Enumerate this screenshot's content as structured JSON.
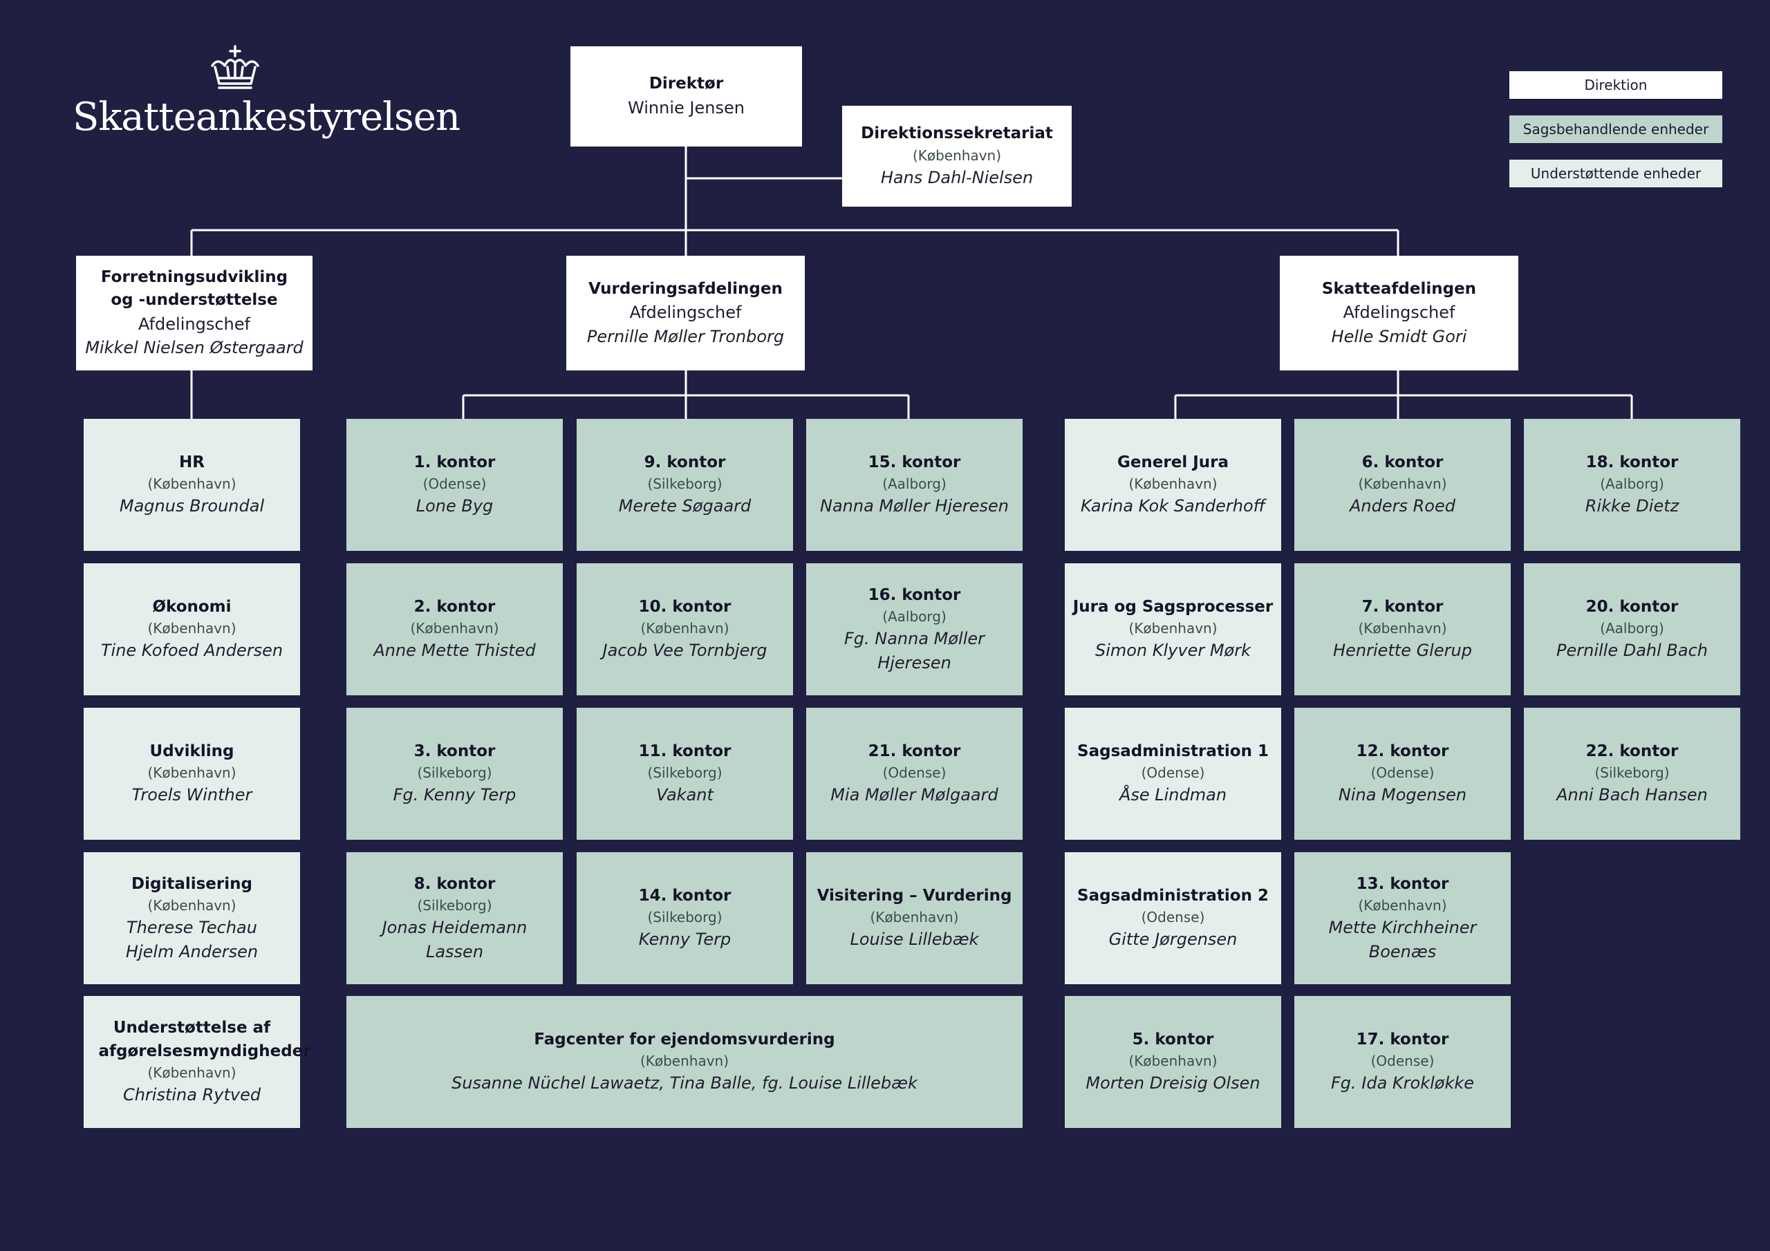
{
  "logo": {
    "text": "Skatteankestyrelsen"
  },
  "colors": {
    "background": "#1f1f42",
    "direktion": "#ffffff",
    "sagsbehandlende": "#bed5cb",
    "understottende": "#e6eeec",
    "connector": "#ffffff"
  },
  "legend": [
    {
      "label": "Direktion",
      "level": "direktion"
    },
    {
      "label": "Sagsbehandlende enheder",
      "level": "sags"
    },
    {
      "label": "Understøttende enheder",
      "level": "stotte"
    }
  ],
  "direktoer": {
    "title": "Direktør",
    "name": "Winnie Jensen"
  },
  "sekretariat": {
    "title": "Direktionssekretariat",
    "location": "(København)",
    "name": "Hans Dahl-Nielsen"
  },
  "departments": [
    {
      "title": "Forretningsudvikling og -understøttelse",
      "role": "Afdelingschef",
      "name": "Mikkel Nielsen Østergaard"
    },
    {
      "title": "Vurderingsafdelingen",
      "role": "Afdelingschef",
      "name": "Pernille Møller Tronborg"
    },
    {
      "title": "Skatteafdelingen",
      "role": "Afdelingschef",
      "name": "Helle Smidt Gori"
    }
  ],
  "units": {
    "forretning": [
      {
        "title": "HR",
        "location": "(København)",
        "name": "Magnus Broundal"
      },
      {
        "title": "Økonomi",
        "location": "(København)",
        "name": "Tine Kofoed Andersen"
      },
      {
        "title": "Udvikling",
        "location": "(København)",
        "name": "Troels Winther"
      },
      {
        "title": "Digitalisering",
        "location": "(København)",
        "name": "Therese Techau Hjelm Andersen"
      },
      {
        "title": "Understøttelse af afgørelsesmyndigheder",
        "location": "(København)",
        "name": "Christina Rytved"
      }
    ],
    "vurdering_col1": [
      {
        "title": "1. kontor",
        "location": "(Odense)",
        "name": "Lone Byg"
      },
      {
        "title": "2. kontor",
        "location": "(København)",
        "name": "Anne Mette Thisted"
      },
      {
        "title": "3. kontor",
        "location": "(Silkeborg)",
        "name": "Fg. Kenny Terp"
      },
      {
        "title": "8. kontor",
        "location": "(Silkeborg)",
        "name": "Jonas Heidemann Lassen"
      }
    ],
    "vurdering_col2": [
      {
        "title": "9. kontor",
        "location": "(Silkeborg)",
        "name": "Merete Søgaard"
      },
      {
        "title": "10. kontor",
        "location": "(København)",
        "name": "Jacob Vee Tornbjerg"
      },
      {
        "title": "11. kontor",
        "location": "(Silkeborg)",
        "name": "Vakant"
      },
      {
        "title": "14. kontor",
        "location": "(Silkeborg)",
        "name": "Kenny Terp"
      }
    ],
    "vurdering_col3": [
      {
        "title": "15. kontor",
        "location": "(Aalborg)",
        "name": "Nanna Møller Hjeresen"
      },
      {
        "title": "16. kontor",
        "location": "(Aalborg)",
        "name": "Fg. Nanna Møller Hjeresen"
      },
      {
        "title": "21. kontor",
        "location": "(Odense)",
        "name": "Mia Møller Mølgaard"
      },
      {
        "title": "Visitering – Vurdering",
        "location": "(København)",
        "name": "Louise Lillebæk"
      }
    ],
    "fagcenter": {
      "title": "Fagcenter for ejendomsvurdering",
      "location": "(København)",
      "name": "Susanne Nüchel Lawaetz, Tina Balle, fg. Louise Lillebæk"
    },
    "skat_col1": [
      {
        "title": "Generel Jura",
        "location": "(København)",
        "name": "Karina Kok Sanderhoff",
        "level": "stotte"
      },
      {
        "title": "Jura og Sagsprocesser",
        "location": "(København)",
        "name": "Simon Klyver Mørk",
        "level": "stotte"
      },
      {
        "title": "Sagsadministration 1",
        "location": "(Odense)",
        "name": "Åse Lindman",
        "level": "stotte"
      },
      {
        "title": "Sagsadministration 2",
        "location": "(Odense)",
        "name": "Gitte Jørgensen",
        "level": "stotte"
      },
      {
        "title": "5. kontor",
        "location": "(København)",
        "name": "Morten Dreisig Olsen",
        "level": "sags"
      }
    ],
    "skat_col2": [
      {
        "title": "6. kontor",
        "location": "(København)",
        "name": "Anders Roed"
      },
      {
        "title": "7. kontor",
        "location": "(København)",
        "name": "Henriette Glerup"
      },
      {
        "title": "12. kontor",
        "location": "(Odense)",
        "name": "Nina Mogensen"
      },
      {
        "title": "13. kontor",
        "location": "(København)",
        "name": "Mette Kirchheiner Boenæs"
      },
      {
        "title": "17. kontor",
        "location": "(Odense)",
        "name": "Fg. Ida Krokløkke"
      }
    ],
    "skat_col3": [
      {
        "title": "18. kontor",
        "location": "(Aalborg)",
        "name": "Rikke Dietz"
      },
      {
        "title": "20. kontor",
        "location": "(Aalborg)",
        "name": "Pernille Dahl Bach"
      },
      {
        "title": "22. kontor",
        "location": "(Silkeborg)",
        "name": "Anni Bach Hansen"
      }
    ]
  }
}
